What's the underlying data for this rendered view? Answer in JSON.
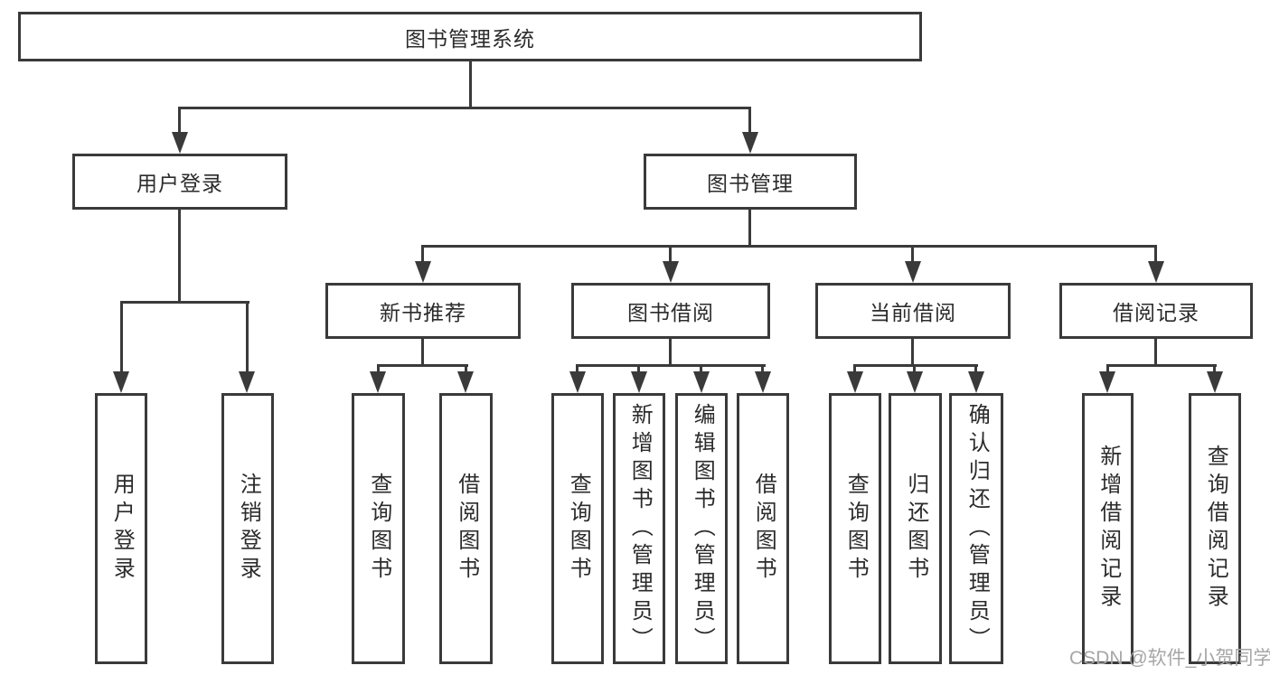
{
  "diagram": {
    "root": {
      "label": "图书管理系统"
    },
    "level2": {
      "user_login": {
        "label": "用户登录"
      },
      "book_management": {
        "label": "图书管理"
      }
    },
    "level3": {
      "new_book_recommend": {
        "label": "新书推荐"
      },
      "book_borrow": {
        "label": "图书借阅"
      },
      "current_borrow": {
        "label": "当前借阅"
      },
      "borrow_records": {
        "label": "借阅记录"
      }
    },
    "leaves": {
      "user_login": [
        "用户登录",
        "注销登录"
      ],
      "new_book_recommend": [
        "查询图书",
        "借阅图书"
      ],
      "book_borrow": [
        "查询图书",
        "新增图书（管理员）",
        "编辑图书（管理员）",
        "借阅图书"
      ],
      "current_borrow": [
        "查询图书",
        "归还图书",
        "确认归还（管理员）"
      ],
      "borrow_records": [
        "新增借阅记录",
        "查询借阅记录"
      ]
    }
  },
  "watermark": {
    "text": "CSDN @软件_小贺同学"
  },
  "colors": {
    "line": "#3a3a3a",
    "text": "#2b2b2b",
    "background": "#ffffff",
    "watermark": "#a6a6a6"
  }
}
